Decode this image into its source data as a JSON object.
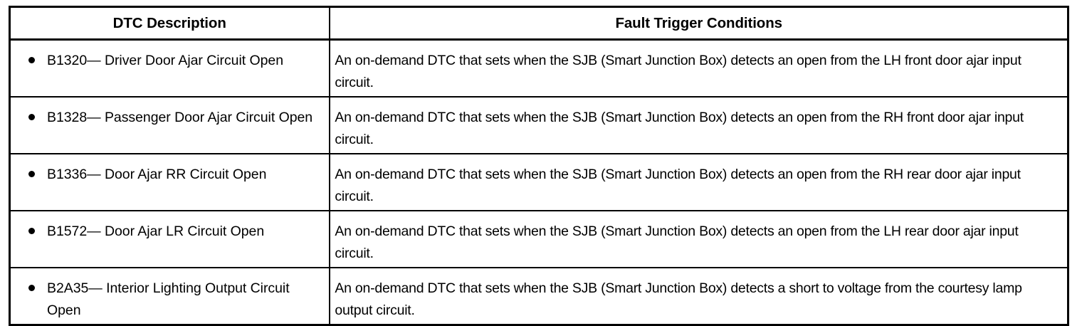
{
  "table": {
    "columns": [
      {
        "key": "dtc_description",
        "header": "DTC Description"
      },
      {
        "key": "fault_trigger_conditions",
        "header": "Fault Trigger Conditions"
      }
    ],
    "rows": [
      {
        "bullet": "bullet-icon",
        "dtc_description": "B1320— Driver Door Ajar Circuit Open",
        "fault_trigger_conditions": "An on-demand DTC that sets when the SJB (Smart Junction Box) detects an open from the LH front door ajar input circuit."
      },
      {
        "bullet": "bullet-icon",
        "dtc_description": "B1328— Passenger Door Ajar Circuit Open",
        "fault_trigger_conditions": "An on-demand DTC that sets when the SJB (Smart Junction Box) detects an open from the RH front door ajar input circuit."
      },
      {
        "bullet": "bullet-icon",
        "dtc_description": "B1336— Door Ajar RR Circuit Open",
        "fault_trigger_conditions": "An on-demand DTC that sets when the SJB (Smart Junction Box) detects an open from the RH rear door ajar input circuit."
      },
      {
        "bullet": "bullet-icon",
        "dtc_description": "B1572— Door Ajar LR Circuit Open",
        "fault_trigger_conditions": "An on-demand DTC that sets when the SJB (Smart Junction Box) detects an open from the LH rear door ajar input circuit."
      },
      {
        "bullet": "bullet-icon",
        "dtc_description": "B2A35— Interior Lighting Output Circuit Open",
        "fault_trigger_conditions": "An on-demand DTC that sets when the SJB (Smart Junction Box) detects a short to voltage from the courtesy lamp output circuit."
      }
    ]
  },
  "colors": {
    "border": "#000000",
    "text": "#000000",
    "background": "#ffffff"
  }
}
